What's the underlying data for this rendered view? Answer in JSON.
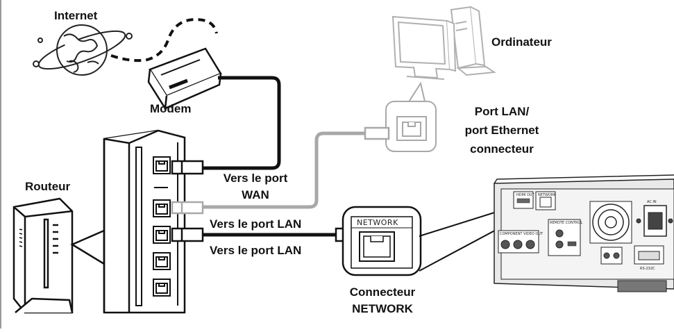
{
  "labels": {
    "internet": "Internet",
    "modem": "Modem",
    "computer": "Ordinateur",
    "router": "Routeur",
    "lan_port_line1": "Port LAN/",
    "lan_port_line2": "port Ethernet",
    "lan_port_line3": "connecteur",
    "to_wan_line1": "Vers le port",
    "to_wan_line2": "WAN",
    "to_lan_1": "Vers le port LAN",
    "to_lan_2": "Vers le port LAN",
    "connector_line1": "Connecteur",
    "connector_line2": "NETWORK"
  },
  "connector_panel": {
    "label": "NETWORK"
  },
  "device_panel": {
    "hdmi": "HDMI OUT",
    "network": "NETWORK",
    "component": "COMPONENT VIDEO OUT",
    "remote": "REMOTE CONTROL",
    "ac_in": "AC IN",
    "rs232": "RS-232C"
  },
  "colors": {
    "cable_black": "#111111",
    "cable_gray": "#a8a8a8",
    "line": "#222222"
  }
}
